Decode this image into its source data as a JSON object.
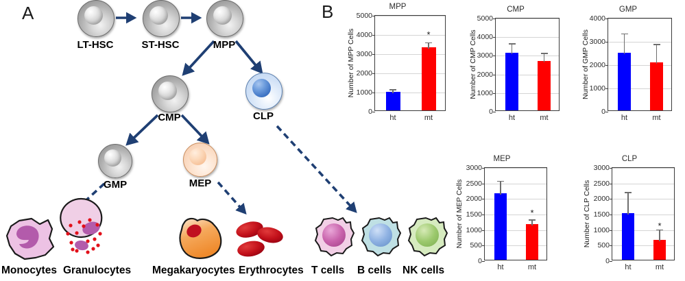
{
  "panels": {
    "a_letter": "A",
    "b_letter": "B"
  },
  "diagram": {
    "nodes": [
      {
        "id": "lt-hsc",
        "label": "LT-HSC",
        "type": "grey"
      },
      {
        "id": "st-hsc",
        "label": "ST-HSC",
        "type": "grey"
      },
      {
        "id": "mpp",
        "label": "MPP",
        "type": "grey"
      },
      {
        "id": "cmp",
        "label": "CMP",
        "type": "grey"
      },
      {
        "id": "clp",
        "label": "CLP",
        "type": "blue"
      },
      {
        "id": "gmp",
        "label": "GMP",
        "type": "grey"
      },
      {
        "id": "mep",
        "label": "MEP",
        "type": "peach"
      }
    ],
    "terminal_cells": [
      {
        "id": "monocytes",
        "label": "Monocytes",
        "color": "#c87fc0"
      },
      {
        "id": "granulocytes",
        "label": "Granulocytes",
        "color": "#e8b8de"
      },
      {
        "id": "megakaryocytes",
        "label": "Megakaryocytes",
        "color": "#f09850"
      },
      {
        "id": "erythrocytes",
        "label": "Erythrocytes",
        "color": "#c00018"
      },
      {
        "id": "tcells",
        "label": "T cells",
        "color": "#e0a8d0"
      },
      {
        "id": "bcells",
        "label": "B cells",
        "color": "#a8cbe8"
      },
      {
        "id": "nkcells",
        "label": "NK cells",
        "color": "#a8cf86"
      }
    ],
    "arrow_color": "#1f3f73",
    "solid_arrow_note": "solid",
    "dashed_arrow_note": "dashed"
  },
  "chart_data": [
    {
      "id": "mpp",
      "type": "bar",
      "title": "MPP",
      "ylabel": "Number of MPP Cells",
      "xlabel": "",
      "categories": [
        "ht",
        "mt"
      ],
      "values": [
        980,
        3270
      ],
      "errors": [
        190,
        350
      ],
      "colors": [
        "#0000ff",
        "#ff0000"
      ],
      "ylim": [
        0,
        5000
      ],
      "yticks": [
        0,
        1000,
        2000,
        3000,
        4000,
        5000
      ],
      "grid": true,
      "annotations": [
        {
          "category": "mt",
          "text": "*",
          "y": 4250
        }
      ]
    },
    {
      "id": "cmp",
      "type": "bar",
      "title": "CMP",
      "ylabel": "Number of CMP Cells",
      "xlabel": "",
      "categories": [
        "ht",
        "mt"
      ],
      "values": [
        3100,
        2650
      ],
      "errors": [
        560,
        500
      ],
      "colors": [
        "#0000ff",
        "#ff0000"
      ],
      "ylim": [
        0,
        5000
      ],
      "yticks": [
        0,
        1000,
        2000,
        3000,
        4000,
        5000
      ],
      "grid": true,
      "annotations": []
    },
    {
      "id": "gmp",
      "type": "bar",
      "title": "GMP",
      "ylabel": "Number of GMP Cells",
      "xlabel": "",
      "categories": [
        "ht",
        "mt"
      ],
      "values": [
        2470,
        2050
      ],
      "errors": [
        880,
        850
      ],
      "colors": [
        "#0000ff",
        "#ff0000"
      ],
      "ylim": [
        0,
        4000
      ],
      "yticks": [
        0,
        1000,
        2000,
        3000,
        4000
      ],
      "grid": true,
      "annotations": []
    },
    {
      "id": "mep",
      "type": "bar",
      "title": "MEP",
      "ylabel": "Number of MEP Cells",
      "xlabel": "",
      "categories": [
        "ht",
        "mt"
      ],
      "values": [
        2150,
        1140
      ],
      "errors": [
        440,
        200
      ],
      "colors": [
        "#0000ff",
        "#ff0000"
      ],
      "ylim": [
        0,
        3000
      ],
      "yticks": [
        0,
        500,
        1000,
        1500,
        2000,
        2500,
        3000
      ],
      "grid": true,
      "annotations": [
        {
          "category": "mt",
          "text": "*",
          "y": 1700
        }
      ]
    },
    {
      "id": "clp",
      "type": "bar",
      "title": "CLP",
      "ylabel": "Number of CLP Cells",
      "xlabel": "",
      "categories": [
        "ht",
        "mt"
      ],
      "values": [
        1490,
        650
      ],
      "errors": [
        730,
        370
      ],
      "colors": [
        "#0000ff",
        "#ff0000"
      ],
      "ylim": [
        0,
        3000
      ],
      "yticks": [
        0,
        500,
        1000,
        1500,
        2000,
        2500,
        3000
      ],
      "grid": true,
      "annotations": [
        {
          "category": "mt",
          "text": "*",
          "y": 1270
        }
      ]
    }
  ]
}
